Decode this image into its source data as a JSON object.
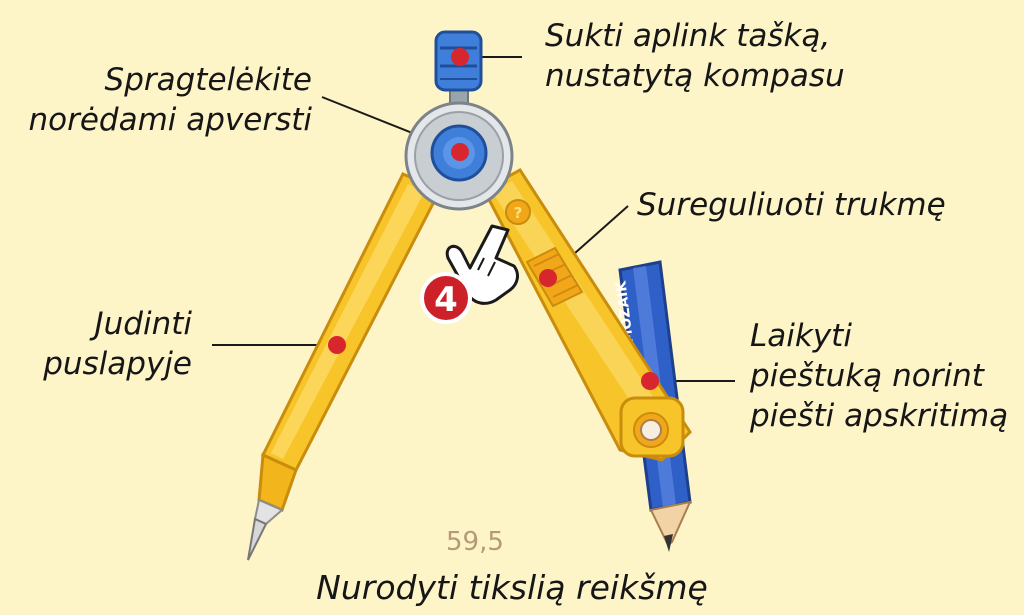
{
  "labels": {
    "rotate": [
      "Sukti aplink tašką,",
      "nustatytą kompasu"
    ],
    "flip": [
      "Spragtelėkite",
      "norėdami apversti"
    ],
    "adjust": "Sureguliuoti trukmę",
    "move": [
      "Judinti",
      "puslapyje"
    ],
    "pencil": [
      "Laikyti",
      "pieštuką norint",
      "piešti apskritimą"
    ],
    "precise": "Nurodyti tikslią reikšmę"
  },
  "measurement": "59,5",
  "step_badge": "4",
  "pencil_brand": "MOZAIK",
  "hinge_help": "?",
  "colors": {
    "background": "#fdf4c8",
    "leg": "#f7c42a",
    "hinge": "#d8dcdf",
    "knob": "#3f7fd9",
    "pencil": "#2f60c8",
    "marker": "#d8262e",
    "badge": "#cc2129"
  },
  "icons": [
    "hand-pointer-icon",
    "question-icon",
    "pencil-icon"
  ]
}
